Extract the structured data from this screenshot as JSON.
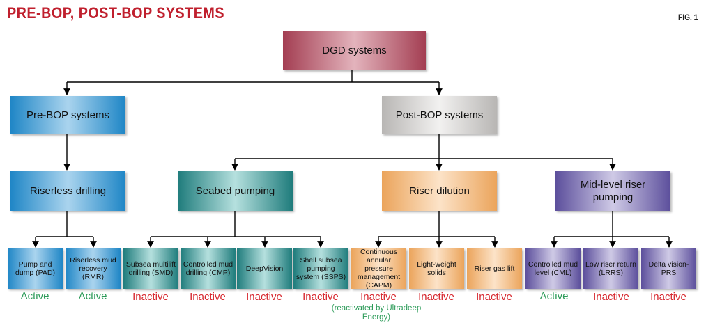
{
  "header": {
    "title": "PRE-BOP, POST-BOP SYSTEMS",
    "fig_label": "FIG. 1"
  },
  "nodes": {
    "root": "DGD systems",
    "pre_bop": "Pre-BOP systems",
    "post_bop": "Post-BOP systems",
    "riserless": "Riserless drilling",
    "seabed": "Seabed pumping",
    "dilution": "Riser dilution",
    "midlevel": "Mid-level riser pumping"
  },
  "leaves": [
    {
      "label": "Pump and dump (PAD)",
      "status": "Active"
    },
    {
      "label": "Riserless mud recovery (RMR)",
      "status": "Active"
    },
    {
      "label": "Subsea multilift drilling (SMD)",
      "status": "Inactive"
    },
    {
      "label": "Controlled mud drilling (CMP)",
      "status": "Inactive"
    },
    {
      "label": "DeepVision",
      "status": "Inactive"
    },
    {
      "label": "Shell subsea pumping system (SSPS)",
      "status": "Inactive"
    },
    {
      "label": "Continuous annular pressure management (CAPM)",
      "status": "Inactive"
    },
    {
      "label": "Light-weight solids",
      "status": "Inactive"
    },
    {
      "label": "Riser gas lift",
      "status": "Inactive"
    },
    {
      "label": "Controlled mud level (CML)",
      "status": "Active"
    },
    {
      "label": "Low riser return (LRRS)",
      "status": "Inactive"
    },
    {
      "label": "Delta vision-PRS",
      "status": "Inactive"
    }
  ],
  "capm_note": "(reactivated by Ultradeep Energy)",
  "colors": {
    "active": "#2a9a57",
    "inactive": "#d7282f",
    "title": "#c0202e"
  }
}
